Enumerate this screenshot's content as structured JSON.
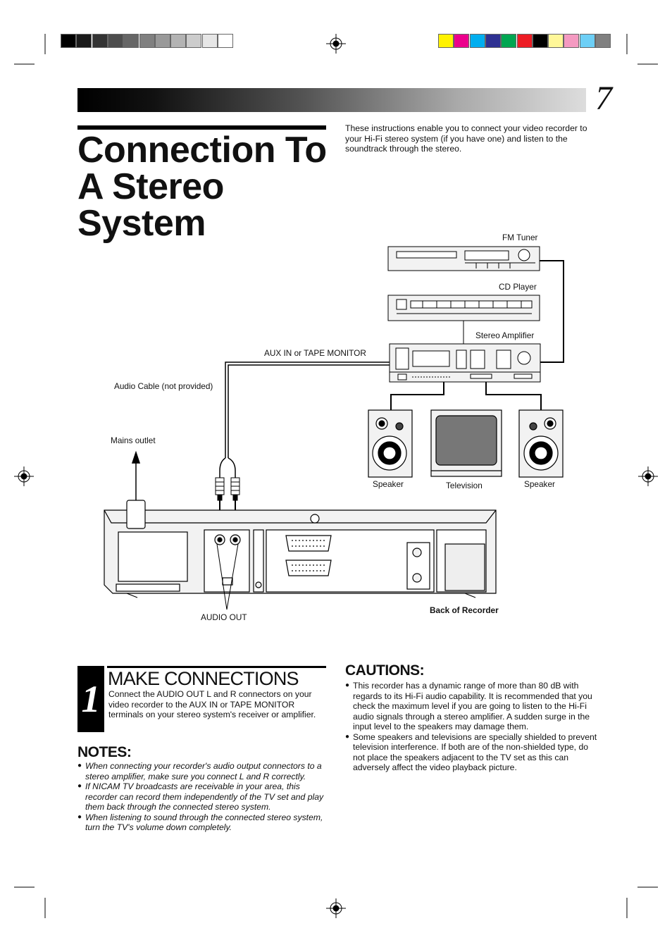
{
  "page": {
    "number": "7",
    "title_lines": [
      "Connection To",
      "A Stereo",
      "System"
    ]
  },
  "intro": "These instructions enable you to connect your video recorder to your Hi-Fi stereo system (if you have one) and listen to the soundtrack through the stereo.",
  "colors": {
    "registration_grays": [
      "#000000",
      "#1a1a1a",
      "#333333",
      "#4d4d4d",
      "#666666",
      "#808080",
      "#999999",
      "#b3b3b3",
      "#cccccc",
      "#e6e6e6",
      "#ffffff"
    ],
    "registration_colors": [
      "#fff200",
      "#ec008c",
      "#00aeef",
      "#2e3192",
      "#00a651",
      "#ed1c24",
      "#000000",
      "#fff799",
      "#f49ac1",
      "#6dcff6",
      "#808080"
    ]
  },
  "diagram": {
    "fm_tuner": "FM Tuner",
    "cd_player": "CD Player",
    "stereo_amplifier": "Stereo Amplifier",
    "aux_in": "AUX IN or TAPE MONITOR",
    "audio_cable": "Audio Cable (not provided)",
    "mains_outlet": "Mains outlet",
    "speaker_left": "Speaker",
    "television": "Television",
    "speaker_right": "Speaker",
    "back_of_recorder": "Back of Recorder",
    "audio_out": "AUDIO OUT"
  },
  "step": {
    "number": "1",
    "heading": "MAKE CONNECTIONS",
    "text": "Connect the AUDIO OUT L and R connectors on your video recorder to the AUX IN or TAPE MONITOR terminals on your stereo system's receiver or amplifier."
  },
  "notes": {
    "heading": "NOTES:",
    "items": [
      "When connecting your recorder's audio output connectors to a stereo amplifier, make sure you connect L and R correctly.",
      "If NICAM TV broadcasts are receivable in your area, this recorder can record them independently of the TV set and play them back through the connected stereo system.",
      "When listening to sound through the connected stereo system, turn the TV's volume down completely."
    ]
  },
  "cautions": {
    "heading": "CAUTIONS:",
    "items": [
      "This recorder has a dynamic range of more than 80 dB with regards to its Hi-Fi audio capability. It is recommended that you check the maximum level if you are going to listen to the Hi-Fi audio signals through a stereo amplifier. A sudden surge in the input level to the speakers may damage them.",
      "Some speakers and televisions are specially shielded to prevent television interference. If both are of the non-shielded type, do not place the speakers adjacent to the TV set as this can adversely affect the video playback picture."
    ]
  }
}
